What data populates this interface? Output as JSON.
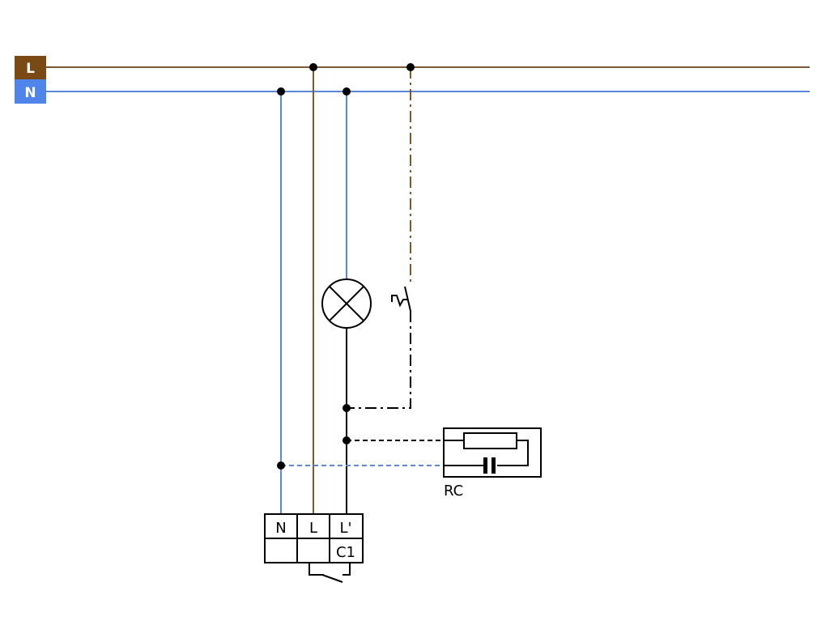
{
  "bus": {
    "live_label": "L",
    "neutral_label": "N"
  },
  "rc_label": "RC",
  "terminals": {
    "top": [
      "N",
      "L",
      "L'"
    ],
    "bottom": [
      "",
      "",
      "C1"
    ]
  },
  "colors": {
    "live_box": "#7a4a14",
    "live_wire": "#7a5a32",
    "neutral_box": "#4f85ea",
    "neutral_wire": "#5b87d8",
    "conductor": "#000000"
  }
}
